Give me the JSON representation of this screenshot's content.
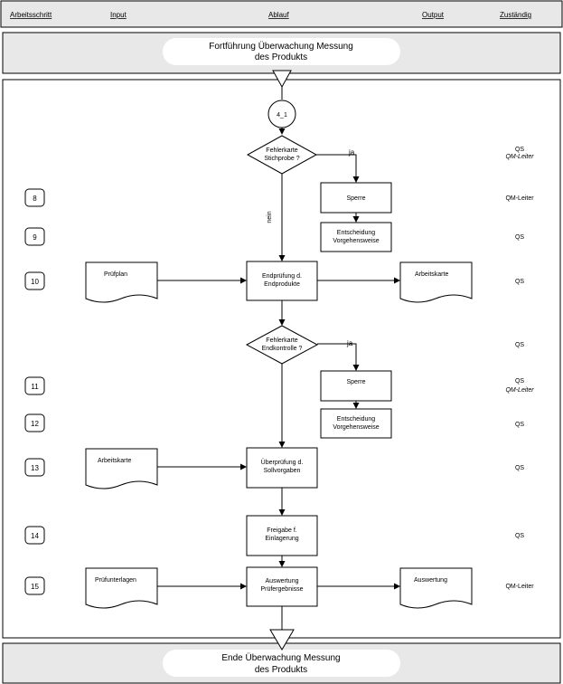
{
  "header": {
    "col_step": "Arbeitsschritt",
    "col_input": "Input",
    "col_flow": "Ablauf",
    "col_output": "Output",
    "col_resp": "Zuständig"
  },
  "top_band": {
    "line1": "Fortführung Überwachung Messung",
    "line2": "des Produkts"
  },
  "bottom_band": {
    "line1": "Ende Überwachung Messung",
    "line2": "des Produkts"
  },
  "connector": "4_1",
  "decision1": {
    "line1": "Fehlerkarte",
    "line2": "Stichprobe ?",
    "yes": "ja",
    "no": "nein"
  },
  "decision2": {
    "line1": "Fehlerkarte",
    "line2": "Endkontrolle ?",
    "yes": "ja"
  },
  "steps": {
    "s8": "8",
    "s9": "9",
    "s10": "10",
    "s11": "11",
    "s12": "12",
    "s13": "13",
    "s14": "14",
    "s15": "15"
  },
  "boxes": {
    "sperre1": "Sperre",
    "entsch1": {
      "line1": "Entscheidung",
      "line2": "Vorgehensweise"
    },
    "endpruefung": {
      "line1": "Endprüfung d.",
      "line2": "Endprodukte"
    },
    "sperre2": "Sperre",
    "entsch2": {
      "line1": "Entscheidung",
      "line2": "Vorgehensweise"
    },
    "ueberpruefung": {
      "line1": "Überprüfung d.",
      "line2": "Sollvorgaben"
    },
    "freigabe": {
      "line1": "Freigabe f.",
      "line2": "Einlagerung"
    },
    "auswertung": {
      "line1": "Auswertung",
      "line2": "Prüfergebnisse"
    }
  },
  "docs": {
    "pruefplan": "Prüfplan",
    "arbeitskarte_out": "Arbeitskarte",
    "arbeitskarte_in": "Arbeitskarte",
    "pruefunterlagen": "Prüfunterlagen",
    "auswertung_out": "Auswertung"
  },
  "resp": {
    "r1a": "QS",
    "r1b": "QM-Leiter",
    "r8": "QM-Leiter",
    "r9": "QS",
    "r10": "QS",
    "rd2": "QS",
    "r11a": "QS",
    "r11b": "QM-Leiter",
    "r12": "QS",
    "r13": "QS",
    "r14": "QS",
    "r15": "QM-Leiter"
  }
}
